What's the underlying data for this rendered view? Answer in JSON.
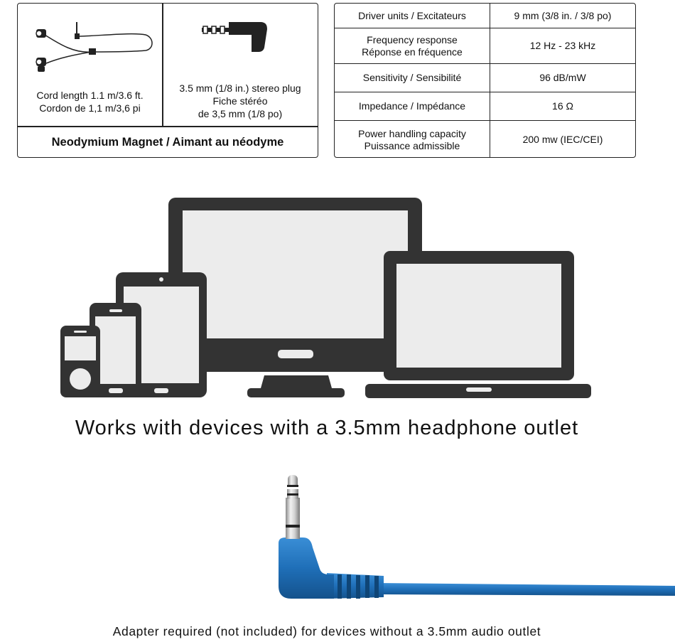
{
  "cord": {
    "line1": "Cord length 1.1 m/3.6 ft.",
    "line2": "Cordon de 1,1 m/3,6 pi"
  },
  "plug": {
    "line1": "3.5 mm (1/8 in.) stereo plug",
    "line2": "Fiche stéréo",
    "line3": "de 3,5 mm (1/8 po)"
  },
  "magnet": "Neodymium Magnet / Aimant au néodyme",
  "specs": [
    {
      "label": "Driver units / Excitateurs",
      "value": "9 mm (3/8 in. / 3/8 po)"
    },
    {
      "label": "Frequency response\nRéponse en fréquence",
      "value": "12 Hz - 23 kHz"
    },
    {
      "label": "Sensitivity / Sensibilité",
      "value": "96 dB/mW"
    },
    {
      "label": "Impedance / Impédance",
      "value": "16 Ω"
    },
    {
      "label": "Power handling capacity\nPuissance admissible",
      "value": "200 mw (IEC/CEI)"
    }
  ],
  "works_text": "Works with devices with a 3.5mm headphone outlet",
  "adapter_text": "Adapter required (not included) for devices without a 3.5mm audio outlet",
  "colors": {
    "device_dark": "#333333",
    "screen": "#ececec",
    "cable_blue": "#1f6fb8"
  },
  "icons": [
    "earphones-icon",
    "stereo-plug-icon",
    "monitor-icon",
    "laptop-icon",
    "tablet-icon",
    "smartphone-icon",
    "media-player-icon",
    "blue-audio-plug-icon"
  ]
}
